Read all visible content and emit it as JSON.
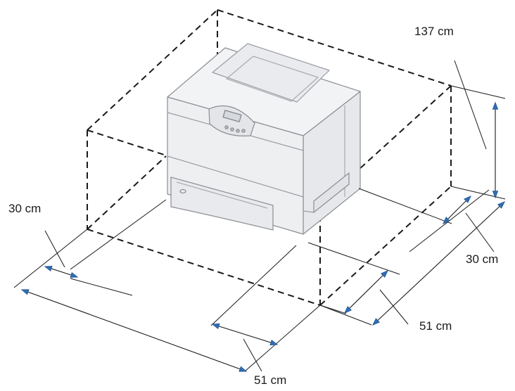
{
  "clearances": {
    "top": "137 cm",
    "left": "30 cm",
    "right": "30 cm",
    "rear": "51 cm",
    "front": "51 cm"
  },
  "colors": {
    "line": "#1a1a1a",
    "arrow": "#2f6db3",
    "printer_fill": "#eeeff1",
    "printer_stroke": "#8a8d92"
  },
  "icons": {
    "printer": "printer-illustration",
    "arrowhead": "dimension-arrowhead"
  }
}
